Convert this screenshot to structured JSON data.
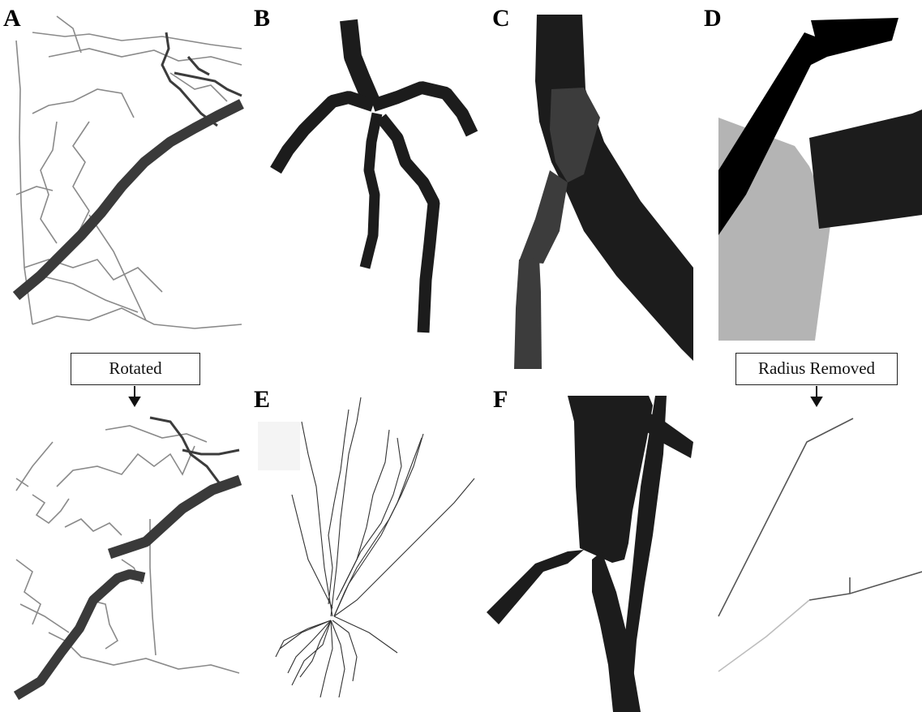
{
  "panels": {
    "a": {
      "letter": "A"
    },
    "b": {
      "letter": "B"
    },
    "c": {
      "letter": "C"
    },
    "d": {
      "letter": "D"
    },
    "e": {
      "letter": "E"
    },
    "f": {
      "letter": "F"
    }
  },
  "callouts": {
    "rotated": "Rotated",
    "radius_removed": "Radius Removed"
  },
  "colors": {
    "thick_branch": "#3a3a3a",
    "thin_branch": "#8a8a8a",
    "dark_segment": "#1c1c1c",
    "soma_gray": "#b4b4b4"
  }
}
